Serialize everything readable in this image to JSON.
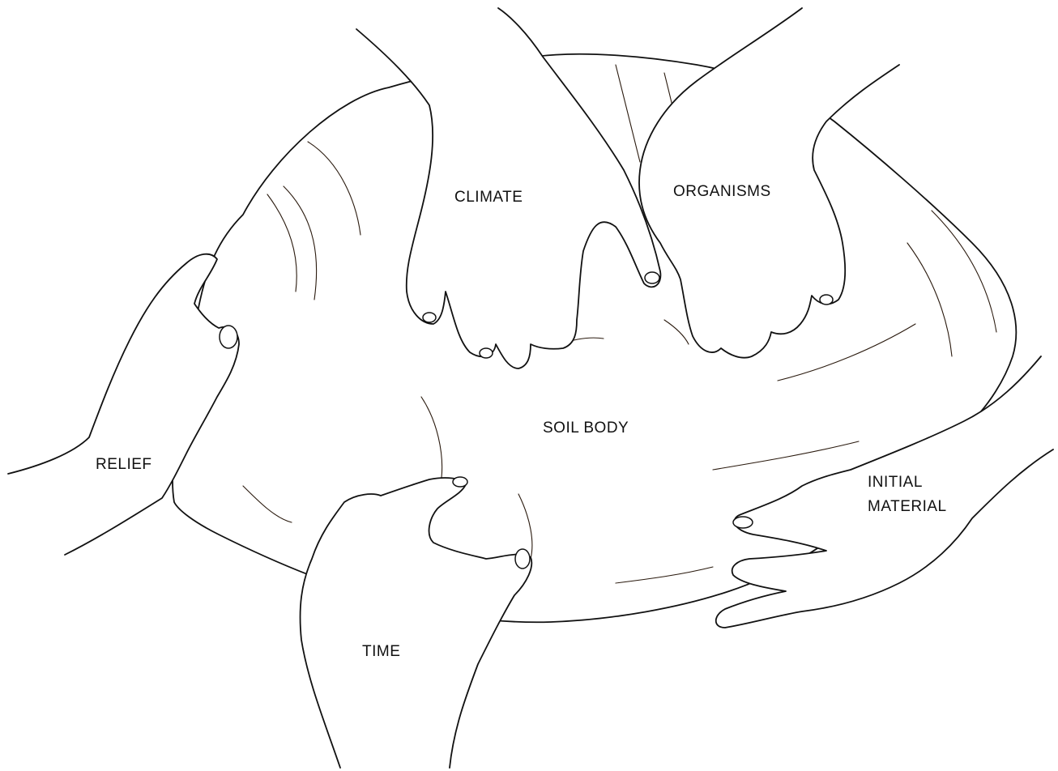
{
  "diagram": {
    "colors": {
      "soil": "#e7a46c",
      "outline": "#111111",
      "hand": "#ffffff",
      "background": "#ffffff"
    },
    "labels": {
      "climate": "CLIMATE",
      "organisms": "ORGANISMS",
      "soil_body": "SOIL BODY",
      "relief": "RELIEF",
      "initial_material_line1": "INITIAL",
      "initial_material_line2": "MATERIAL",
      "time": "TIME"
    }
  }
}
